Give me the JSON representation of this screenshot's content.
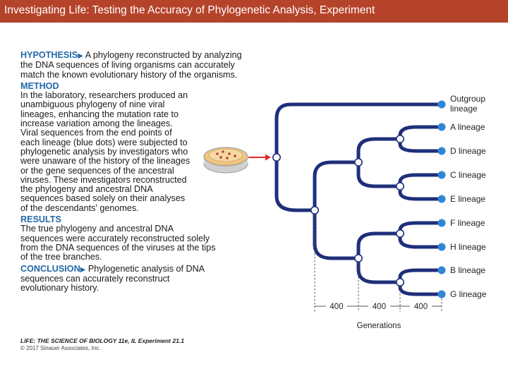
{
  "page_title": "Investigating Life: Testing the Accuracy of Phylogenetic Analysis, Experiment",
  "hypothesis": {
    "heading": "HYPOTHESIS",
    "lines": [
      "A phylogeny reconstructed by analyzing",
      "the DNA sequences of living organisms can accurately",
      "match the known evolutionary history of the organisms."
    ]
  },
  "method": {
    "heading": "METHOD",
    "lines": [
      "In the laboratory, researchers produced an",
      "unambiguous phylogeny of nine viral",
      "lineages, enhancing the mutation rate to",
      "increase variation among the lineages.",
      "Viral sequences from the end points of",
      "each lineage (blue dots) were subjected to",
      "phylogenetic analysis by investigators who",
      "were unaware of the history of the lineages",
      "or the gene sequences of the ancestral",
      "viruses. These investigators reconstructed",
      "the phylogeny and ancestral DNA",
      "sequences based solely on their analyses",
      "of the descendants' genomes."
    ]
  },
  "results": {
    "heading": "RESULTS",
    "lines": [
      "The true phylogeny and ancestral DNA",
      "sequences were accurately reconstructed solely",
      "from the DNA sequences of the viruses at the tips",
      "of the tree branches."
    ]
  },
  "conclusion": {
    "heading": "CONCLUSION",
    "lines": [
      "Phylogenetic analysis of DNA",
      "sequences can accurately reconstruct",
      "evolutionary history."
    ]
  },
  "credit": "LIFE: THE SCIENCE OF BIOLOGY 11e, IL Experiment 21.1",
  "copyright": "© 2017 Sinauer Associates, Inc.",
  "tree": {
    "tips": [
      "Outgroup lineage",
      "A lineage",
      "D lineage",
      "C lineage",
      "E lineage",
      "F lineage",
      "H lineage",
      "B lineage",
      "G lineage"
    ],
    "outgroup_label_lines": [
      "Outgroup",
      "lineage"
    ],
    "interval_labels": [
      "400",
      "400",
      "400"
    ],
    "axis_label": "Generations",
    "colors": {
      "branch": "#1f2f7a",
      "tip_dot": "#2f86d6",
      "arrow": "#e0292b",
      "node_fill": "#ffffff"
    }
  }
}
